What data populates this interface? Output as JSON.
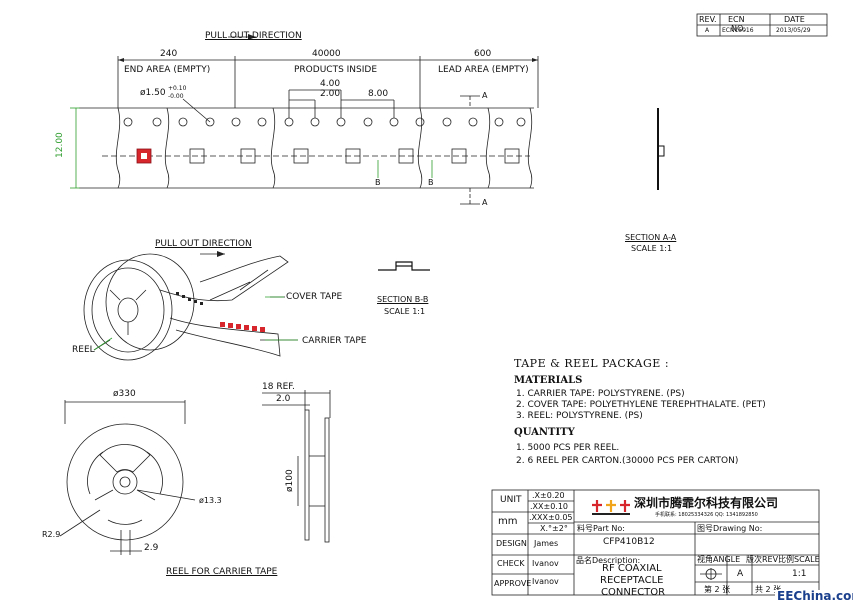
{
  "revision_block": {
    "headers": [
      "REV.",
      "ECN",
      "DATE"
    ],
    "rev": "A",
    "ecn": "ECN15016",
    "ecn_overlay": "NO.",
    "date": "2013/05/29"
  },
  "top_view": {
    "pull_out": "PULL OUT DIRECTION",
    "dims": {
      "end": "240",
      "products": "40000",
      "lead": "600",
      "pitch_small": "4.00",
      "pitch_offset": "2.00",
      "pitch_large": "8.00",
      "width": "12.00"
    },
    "labels": {
      "end": "END AREA (EMPTY)",
      "products": "PRODUCTS INSIDE",
      "lead": "LEAD AREA (EMPTY)"
    },
    "hole_dia": "ø1.50",
    "hole_tol_plus": "+0.10",
    "hole_tol_minus": "-0.00",
    "section_a": "A",
    "section_b": "B"
  },
  "section_aa": {
    "title": "SECTION A-A",
    "scale": "SCALE 1:1"
  },
  "section_bb": {
    "title": "SECTION B-B",
    "scale": "SCALE 1:1"
  },
  "reel_view": {
    "pull_out": "PULL OUT DIRECTION",
    "cover_tape": "COVER TAPE",
    "carrier_tape": "CARRIER TAPE",
    "reel": "REEL"
  },
  "reel_drawing": {
    "dia_outer": "ø330",
    "dia_hub": "ø13.3",
    "r": "R2.9",
    "dim_29": "2.9",
    "ref": "18 REF.",
    "dim_20": "2.0",
    "dia_100": "ø100",
    "caption": "REEL FOR CARRIER TAPE"
  },
  "notes": {
    "title": "TAPE & REEL PACKAGE :",
    "materials_heading": "MATERIALS",
    "materials": [
      "1. CARRIER TAPE: POLYSTYRENE. (PS)",
      "2. COVER TAPE: POLYETHYLENE TEREPHTHALATE. (PET)",
      "3. REEL: POLYSTYRENE. (PS)"
    ],
    "quantity_heading": "QUANTITY",
    "quantity": [
      "1. 5000 PCS PER REEL.",
      "2. 6 REEL PER CARTON.(30000 PCS PER CARTON)"
    ]
  },
  "title_block": {
    "unit": "UNIT",
    "mm": "mm",
    "tol1": ".X±0.20",
    "tol2": ".XX±0.10",
    "tol3": ".XXX±0.05",
    "tol4": "X.°±2°",
    "company": "深圳市腾霏尔科技有限公司",
    "company_contact": "手机联系: 18025334326   QQ: 1341892850",
    "part_no_label": "料号Part No:",
    "part_no": "CFP410B12",
    "drawing_no_label": "图号Drawing No:",
    "design_label": "DESIGN",
    "design": "James",
    "check_label": "CHECK",
    "check": "Ivanov",
    "approve_label": "APPROVE",
    "approve": "Ivanov",
    "description_label": "品名Description:",
    "description": [
      "RF COAXIAL",
      "RECEPTACLE",
      "CONNECTOR"
    ],
    "angle_label": "视角ANGLE",
    "rev_label": "版次REV",
    "scale_label": "比例SCALE",
    "rev": "A",
    "scale": "1:1",
    "sheet": "第 2 张",
    "total": "共 2 张"
  },
  "watermark": "EEChina.com",
  "colors": {
    "green": "#2e9d2e",
    "red": "#d8262d",
    "line": "#222222"
  }
}
